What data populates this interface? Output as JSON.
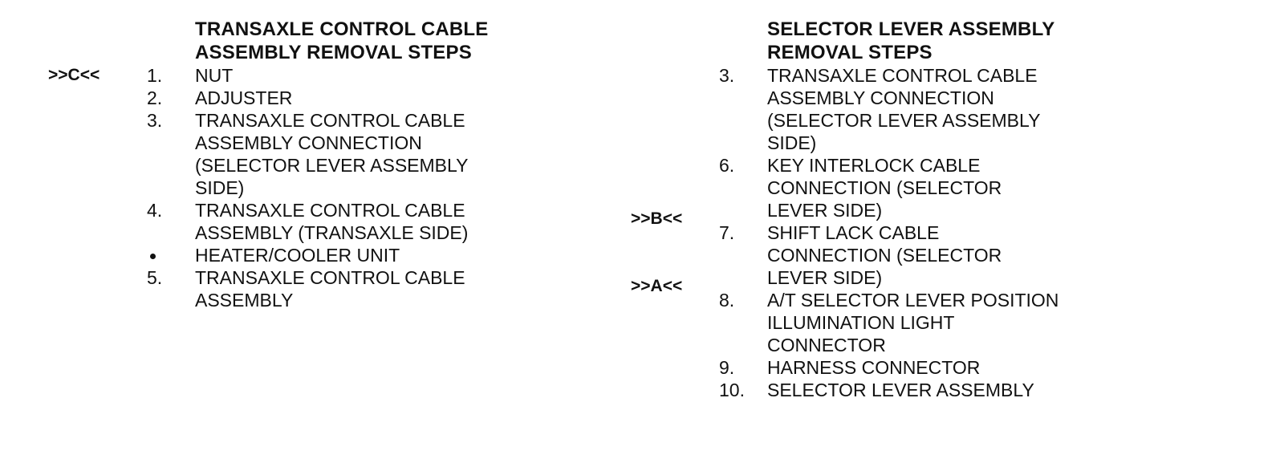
{
  "left": {
    "heading": "TRANSAXLE CONTROL CABLE\nASSEMBLY REMOVAL STEPS",
    "steps": [
      {
        "tag": ">>C<<",
        "num": "1.",
        "text": "NUT"
      },
      {
        "tag": "",
        "num": "2.",
        "text": "ADJUSTER"
      },
      {
        "tag": "",
        "num": "3.",
        "text": "TRANSAXLE CONTROL CABLE\nASSEMBLY CONNECTION\n(SELECTOR LEVER ASSEMBLY\nSIDE)"
      },
      {
        "tag": "",
        "num": "4.",
        "text": "TRANSAXLE CONTROL CABLE\nASSEMBLY (TRANSAXLE SIDE)"
      },
      {
        "tag": "",
        "num": "",
        "text": "HEATER/COOLER UNIT"
      },
      {
        "tag": "",
        "num": "5.",
        "text": "TRANSAXLE CONTROL CABLE\nASSEMBLY"
      }
    ]
  },
  "right": {
    "heading": "SELECTOR LEVER ASSEMBLY\nREMOVAL STEPS",
    "steps": [
      {
        "num": "3.",
        "text": "TRANSAXLE CONTROL CABLE\nASSEMBLY CONNECTION\n(SELECTOR LEVER ASSEMBLY\nSIDE)"
      },
      {
        "num": "6.",
        "text": "KEY INTERLOCK CABLE\nCONNECTION (SELECTOR\nLEVER SIDE)"
      },
      {
        "num": "7.",
        "text": "SHIFT LACK CABLE\nCONNECTION (SELECTOR\nLEVER SIDE)"
      },
      {
        "num": "8.",
        "text": "A/T SELECTOR LEVER POSITION\nILLUMINATION LIGHT\nCONNECTOR"
      },
      {
        "num": "9.",
        "text": "HARNESS CONNECTOR"
      },
      {
        "num": "10.",
        "text": "SELECTOR LEVER ASSEMBLY"
      }
    ],
    "side_tags": [
      ">>B<<",
      ">>A<<"
    ]
  }
}
